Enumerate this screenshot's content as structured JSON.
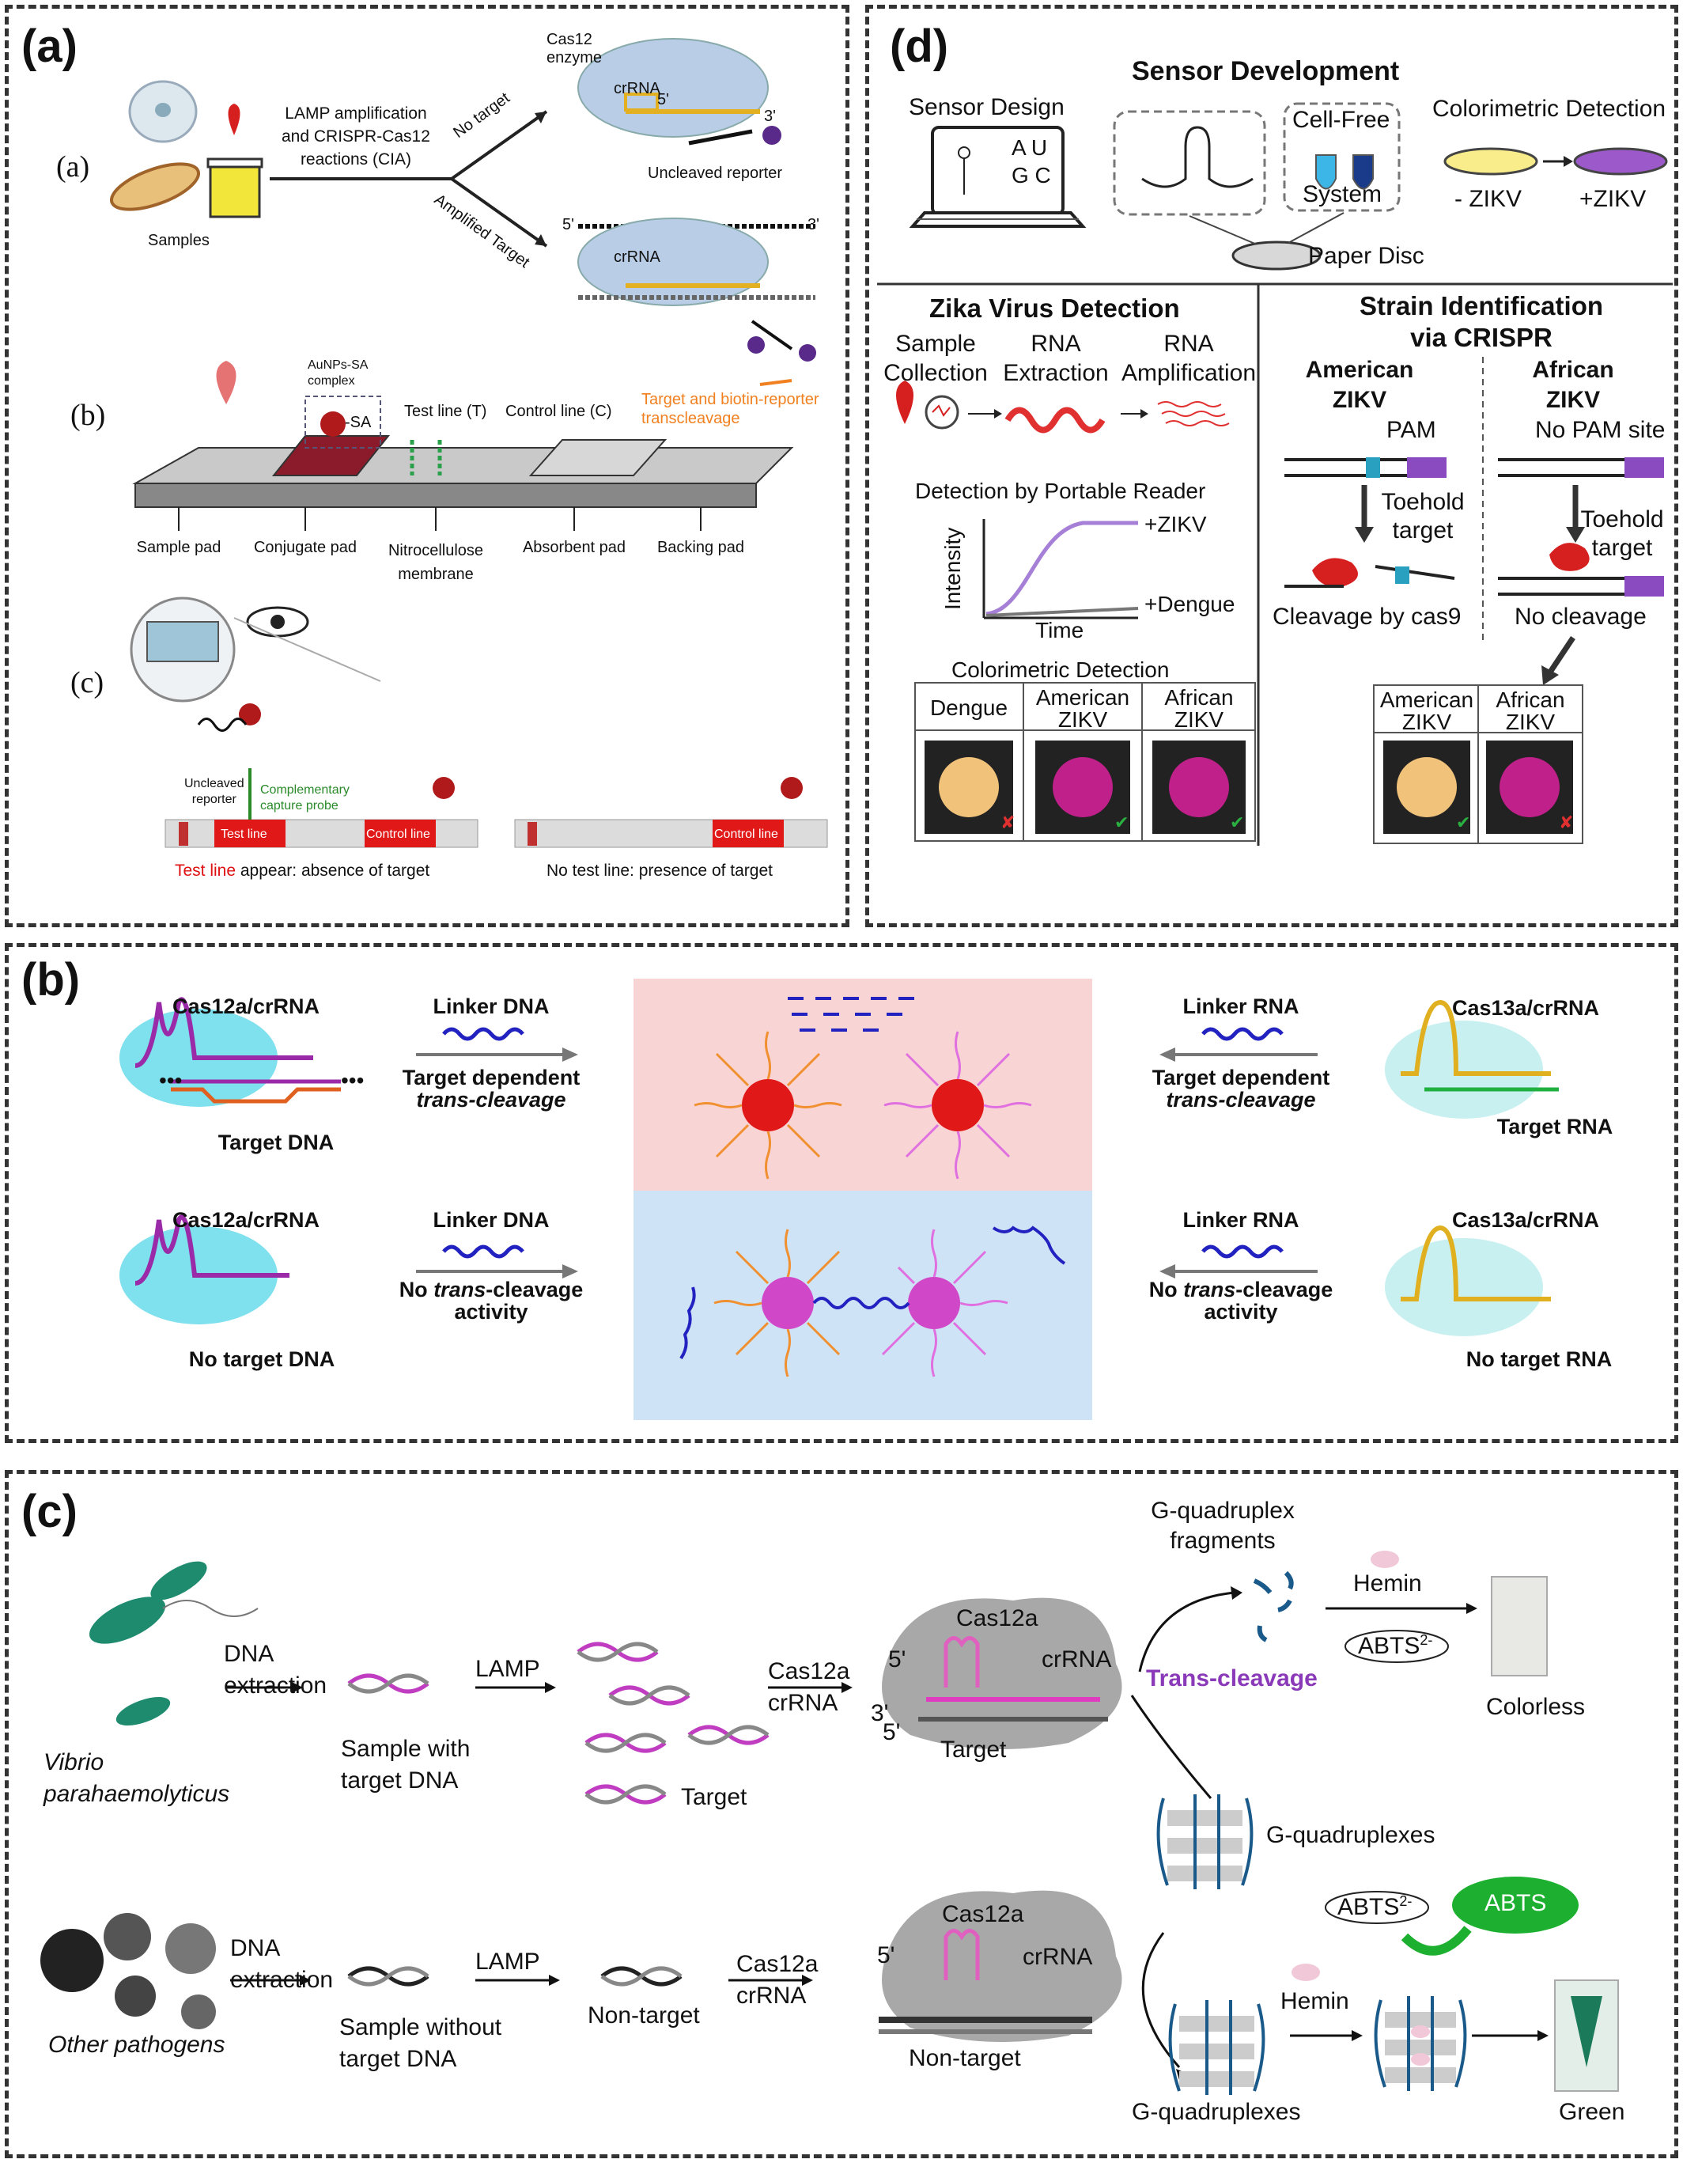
{
  "panels": {
    "a": {
      "label": "(a)",
      "sub_a": "(a)",
      "sub_b": "(b)",
      "sub_c": "(c)",
      "cas12_enzyme": "Cas12\nenzyme",
      "crRNA": "crRNA",
      "five_prime": "5'",
      "three_prime": "3'",
      "samples": "Samples",
      "lamp_text": "LAMP amplification\nand CRISPR-Cas12\nreactions (CIA)",
      "no_target": "No target",
      "amplified_target": "Amplified Target",
      "uncleaved_reporter": "Uncleaved reporter",
      "target_transcleave": "Target and biotin-reporter\ntranscleavage",
      "aunps_complex": "AuNPs-SA\ncomplex",
      "sa": "-SA",
      "test_line_t": "Test line (T)",
      "control_line_c": "Control line (C)",
      "sample_pad": "Sample pad",
      "conjugate_pad": "Conjugate pad",
      "nitrocellulose": "Nitrocellulose\nmembrane",
      "absorbent_pad": "Absorbent pad",
      "backing_pad": "Backing pad",
      "uncleaved_reporter2": "Uncleaved\nreporter",
      "complementary_probe": "Complementary\ncapture probe",
      "test_line": "Test line",
      "control_line": "Control line",
      "caption_left_red": "Test line",
      "caption_left_rest": " appear: absence of target",
      "caption_right": "No test line: presence of target"
    },
    "d": {
      "label": "(d)",
      "sensor_development": "Sensor Development",
      "sensor_design": "Sensor Design",
      "au": "A U",
      "gc": "G C",
      "cell_free": "Cell-Free",
      "system": "System",
      "paper_disc": "Paper Disc",
      "colorimetric_detection": "Colorimetric Detection",
      "minus_zikv": "- ZIKV",
      "plus_zikv": "+ZIKV",
      "zika_detection": "Zika Virus Detection",
      "sample_collection": "Sample\nCollection",
      "rna_extraction": "RNA\nExtraction",
      "rna_amplification": "RNA\nAmplification",
      "detection_reader": "Detection by Portable Reader",
      "intensity": "Intensity",
      "time": "Time",
      "plus_zikv2": "+ZIKV",
      "plus_dengue": "+Dengue",
      "colorimetric_detection2": "Colorimetric Detection",
      "dengue": "Dengue",
      "american_zikv": "American\nZIKV",
      "african_zikv": "African\nZIKV",
      "strain_identification": "Strain Identification\nvia CRISPR",
      "american_zikv_h": "American\nZIKV",
      "african_zikv_h": "African\nZIKV",
      "pam": "PAM",
      "no_pam_site": "No PAM site",
      "toehold_target": "Toehold\ntarget",
      "toehold_target2": "Toehold\ntarget",
      "cleavage_cas9": "Cleavage by cas9",
      "no_cleavage": "No cleavage",
      "american_zikv2": "American\nZIKV",
      "african_zikv2": "African\nZIKV"
    },
    "b": {
      "label": "(b)",
      "cas12_crrna_top": "Cas12a/crRNA",
      "linker_dna_top": "Linker DNA",
      "target_dependent_left": "Target dependent",
      "trans_cleavage_left": "trans-cleavage",
      "target_dna": "Target DNA",
      "cas12_crrna_bottom": "Cas12a/crRNA",
      "linker_dna_bottom": "Linker DNA",
      "no_trans_left_a": "No ",
      "no_trans_left_b": "trans",
      "no_trans_left_c": "-cleavage",
      "activity_left": "activity",
      "no_target_dna": "No target DNA",
      "cas13_crrna_top": "Cas13a/crRNA",
      "linker_rna_top": "Linker RNA",
      "target_dependent_right": "Target dependent",
      "trans_cleavage_right": "trans-cleavage",
      "target_rna": "Target RNA",
      "cas13_crrna_bottom": "Cas13a/crRNA",
      "linker_rna_bottom": "Linker RNA",
      "activity_right": "activity",
      "no_target_rna": "No target RNA"
    },
    "c": {
      "label": "(c)",
      "vibrio": "Vibrio\nparahaemolyticus",
      "dna_extraction": "DNA\nextraction",
      "sample_with": "Sample with\ntarget DNA",
      "lamp": "LAMP",
      "target": "Target",
      "cas12a_crrna": "Cas12a\ncrRNA",
      "cas12a": "Cas12a",
      "crRNA": "crRNA",
      "five": "5'",
      "three": "3'",
      "five2": "5'",
      "target2": "Target",
      "g_quad_fragments": "G-quadruplex\nfragments",
      "trans_cleavage": "Trans-cleavage",
      "hemin": "Hemin",
      "abts": "ABTS",
      "abts_sup": "2-",
      "colorless": "Colorless",
      "g_quadruplexes": "G-quadruplexes",
      "other_pathogens": "Other pathogens",
      "dna_extraction2": "DNA\nextraction",
      "sample_without": "Sample without\ntarget DNA",
      "lamp2": "LAMP",
      "non_target": "Non-target",
      "cas12a_crrna2": "Cas12a\ncrRNA",
      "cas12a2": "Cas12a",
      "crRNA2": "crRNA",
      "five3": "5'",
      "non_target2": "Non-target",
      "abts2": "ABTS",
      "abts2_sup": "2-",
      "abts_green": "ABTS",
      "hemin2": "Hemin",
      "g_quadruplexes2": "G-quadruplexes",
      "green": "Green"
    }
  },
  "colors": {
    "border": "#333333",
    "red": "#d11111",
    "orange": "#f08020",
    "purple": "#7b2fb5",
    "pink_bg": "#f8d4d4",
    "blue_bg": "#cfe3f6",
    "cloud_blue": "#b9cde6",
    "cloud_gray": "#b8b8b8",
    "magenta": "#d048c8"
  }
}
